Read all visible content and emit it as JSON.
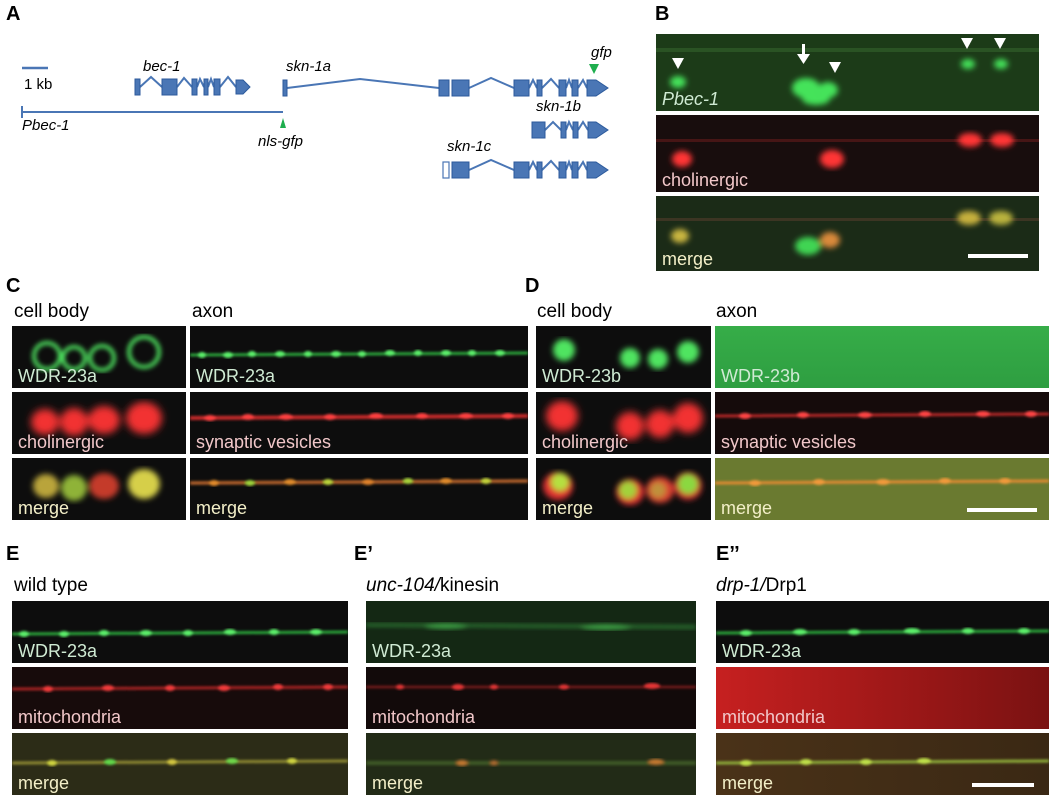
{
  "panels": {
    "A": {
      "label": "A",
      "scale": "1 kb",
      "genes": {
        "bec1": "bec-1",
        "skn1a": "skn-1a",
        "skn1b": "skn-1b",
        "skn1c": "skn-1c",
        "pbec1": "Pbec-1",
        "nlsgfp": "nls-gfp",
        "gfp": "gfp"
      }
    },
    "B": {
      "label": "B",
      "images": {
        "green": "Pbec-1",
        "red": "cholinergic",
        "merge": "merge"
      }
    },
    "C": {
      "label": "C",
      "col1": "cell body",
      "col2": "axon",
      "cb": {
        "green": "WDR-23a",
        "red": "cholinergic",
        "merge": "merge"
      },
      "ax": {
        "green": "WDR-23a",
        "red": "synaptic vesicles",
        "merge": "merge"
      }
    },
    "D": {
      "label": "D",
      "col1": "cell body",
      "col2": "axon",
      "cb": {
        "green": "WDR-23b",
        "red": "cholinergic",
        "merge": "merge"
      },
      "ax": {
        "green": "WDR-23b",
        "red": "synaptic vesicles",
        "merge": "merge"
      }
    },
    "E": {
      "label": "E",
      "title": "wild type",
      "images": {
        "green": "WDR-23a",
        "red": "mitochondria",
        "merge": "merge"
      }
    },
    "E1": {
      "label": "E’",
      "title_italic": "unc-104/",
      "title_rest": "kinesin",
      "images": {
        "green": "WDR-23a",
        "red": "mitochondria",
        "merge": "merge"
      }
    },
    "E2": {
      "label": "E’’",
      "title_italic": "drp-1/",
      "title_rest": "Drp1",
      "images": {
        "green": "WDR-23a",
        "red": "mitochondria",
        "merge": "merge"
      }
    }
  },
  "colors": {
    "gene_blue": "#4a76b5",
    "gfp_green": "#1fae4e",
    "green_channel": "#2fd04a",
    "red_channel": "#e0252a",
    "merge_yellow": "#d7c23a"
  }
}
